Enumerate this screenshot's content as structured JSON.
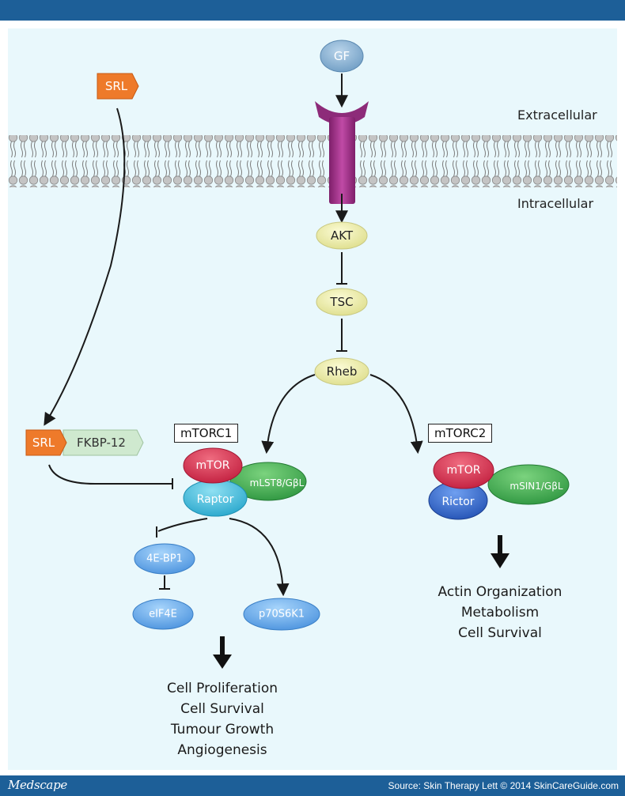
{
  "labels": {
    "extracellular": "Extracellular",
    "intracellular": "Intracellular"
  },
  "nodes": {
    "gf": "GF",
    "srl_top": "SRL",
    "akt": "AKT",
    "tsc": "TSC",
    "rheb": "Rheb",
    "srl_complex": "SRL",
    "fkbp": "FKBP-12",
    "mtorc1_box": "mTORC1",
    "mtorc2_box": "mTORC2",
    "mtor1": "mTOR",
    "mlst8": "mLST8/GβL",
    "raptor": "Raptor",
    "mtor2": "mTOR",
    "msin1": "mSIN1/GβL",
    "rictor": "Rictor",
    "e4bp1": "4E-BP1",
    "eif4e": "eIF4E",
    "p70": "p70S6K1"
  },
  "outcomes": {
    "mtorc1": [
      "Cell Proliferation",
      "Cell Survival",
      "Tumour Growth",
      "Angiogenesis"
    ],
    "mtorc2": [
      "Actin Organization",
      "Metabolism",
      "Cell Survival"
    ]
  },
  "footer": {
    "brand": "Medscape",
    "source": "Source: Skin Therapy Lett © 2014 SkinCareGuide.com"
  },
  "colors": {
    "header_bar": "#1d5f98",
    "background": "#e9f8fc",
    "receptor": "#a0338a",
    "yellow_node": "#eeeea6",
    "srl_orange": "#ee7a2a",
    "fkbp_green": "#cfe9cf",
    "mtor_red": "#d6334f",
    "mlst8_green": "#3aa54a",
    "raptor_cyan": "#39b7d6",
    "rictor_blue": "#2d65c3",
    "light_blue_node": "#5aa2e6"
  }
}
